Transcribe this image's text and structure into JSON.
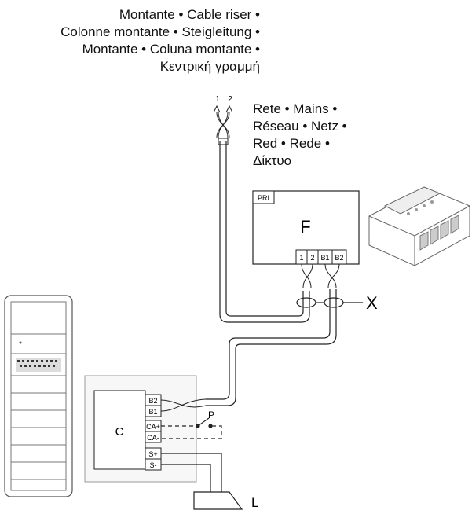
{
  "riser": {
    "lines": [
      "Montante • Cable riser •",
      "Colonne montante • Steigleitung •",
      "Montante • Coluna montante •",
      "Κεντρική γραμμή"
    ],
    "terminal_labels": [
      "1",
      "2"
    ]
  },
  "mains": {
    "lines": [
      "Rete • Mains •",
      "Réseau • Netz •",
      "Red • Rede •",
      "Δίκτυο"
    ]
  },
  "power_supply": {
    "id": "F",
    "pri_label": "PRI",
    "terminals": [
      "1",
      "2",
      "B1",
      "B2"
    ]
  },
  "device_c": {
    "id": "C",
    "terminals": [
      "B2",
      "B1",
      "CA+",
      "CA-",
      "S+",
      "S-"
    ]
  },
  "labels": {
    "x": "X",
    "p": "P",
    "l": "L"
  }
}
